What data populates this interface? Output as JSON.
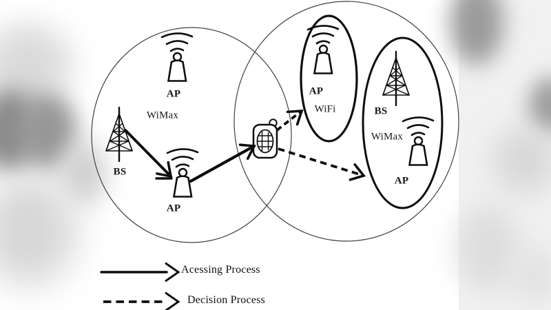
{
  "figure": {
    "left_network": {
      "technology": "WiMax",
      "ap_top": "AP",
      "bs": "BS",
      "ap_bottom": "AP"
    },
    "right_network": {
      "wifi_cell": {
        "ap": "AP",
        "technology": "WiFi"
      },
      "wimax_cell": {
        "bs": "BS",
        "technology": "WiMax",
        "ap": "AP"
      }
    },
    "legend": {
      "accessing": "Acessing Process",
      "decision": "Decision Process"
    },
    "icons": {
      "ap_icon": "access-point-with-radio-waves",
      "bs_icon": "lattice-tower-base-station",
      "device_icon": "mobile-phone"
    },
    "colors": {
      "ink": "#0d0d0d",
      "thin_outline": "#3f3f3f",
      "background": "#ffffff",
      "edge_blur_dark": "#8f8f8f",
      "edge_blur_light": "#d8d8d8"
    }
  }
}
